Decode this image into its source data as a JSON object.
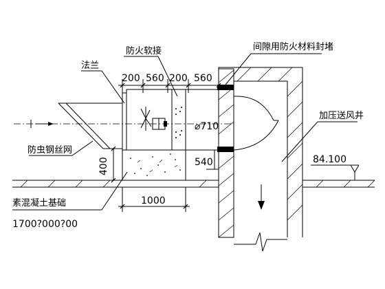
{
  "labels": {
    "fire_soft_joint": "防火软接",
    "gap_seal": "间隙用防火材料封堵",
    "flange": "法兰",
    "pressurized_shaft": "加压送风井",
    "insect_mesh": "防虫钢丝网",
    "concrete_base": "素混凝土基础",
    "base_size": "1700?000?00"
  },
  "dimensions": {
    "d1": "200",
    "d2": "560",
    "d3": "200",
    "d4": "560",
    "diameter": "⌀710",
    "d540": "540",
    "d400": "400",
    "d1000": "1000"
  },
  "elevation": "84.100",
  "colors": {
    "line": "#000000",
    "background": "#ffffff"
  }
}
